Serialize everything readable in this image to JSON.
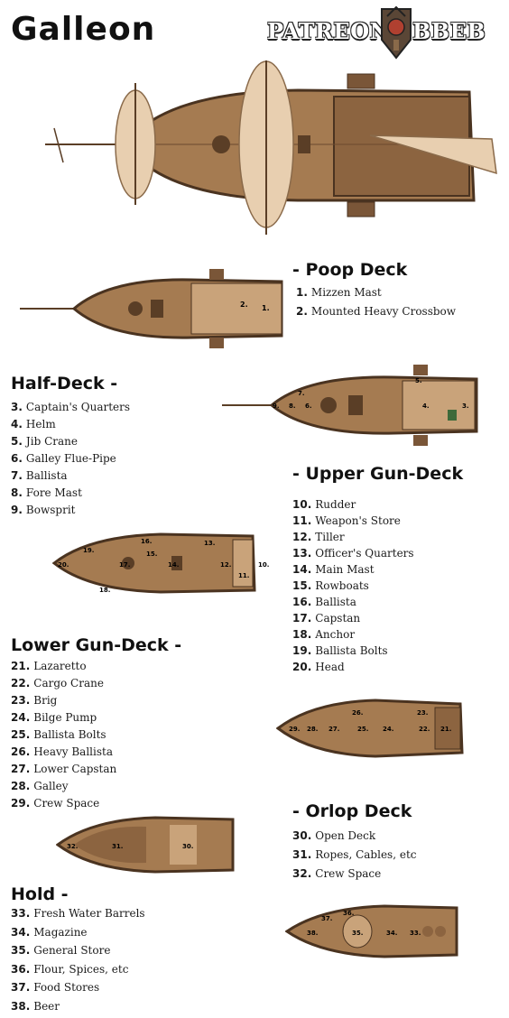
{
  "title": "Galleon",
  "brand": {
    "left": "PATREON",
    "right": "BBEB"
  },
  "sections": {
    "poop": {
      "heading": "- Poop Deck",
      "items": [
        {
          "num": "1.",
          "label": "Mizzen Mast"
        },
        {
          "num": "2.",
          "label": "Mounted Heavy Crossbow"
        }
      ]
    },
    "half": {
      "heading": "Half-Deck -",
      "items": [
        {
          "num": "3.",
          "label": "Captain's Quarters"
        },
        {
          "num": "4.",
          "label": "Helm"
        },
        {
          "num": "5.",
          "label": "Jib Crane"
        },
        {
          "num": "6.",
          "label": "Galley Flue-Pipe"
        },
        {
          "num": "7.",
          "label": "Ballista"
        },
        {
          "num": "8.",
          "label": "Fore Mast"
        },
        {
          "num": "9.",
          "label": "Bowsprit"
        }
      ]
    },
    "upper": {
      "heading": "- Upper Gun-Deck",
      "items": [
        {
          "num": "10.",
          "label": "Rudder"
        },
        {
          "num": "11.",
          "label": "Weapon's Store"
        },
        {
          "num": "12.",
          "label": "Tiller"
        },
        {
          "num": "13.",
          "label": "Officer's Quarters"
        },
        {
          "num": "14.",
          "label": "Main Mast"
        },
        {
          "num": "15.",
          "label": "Rowboats"
        },
        {
          "num": "16.",
          "label": "Ballista"
        },
        {
          "num": "17.",
          "label": "Capstan"
        },
        {
          "num": "18.",
          "label": "Anchor"
        },
        {
          "num": "19.",
          "label": "Ballista Bolts"
        },
        {
          "num": "20.",
          "label": "Head"
        }
      ]
    },
    "lower": {
      "heading": "Lower Gun-Deck -",
      "items": [
        {
          "num": "21.",
          "label": "Lazaretto"
        },
        {
          "num": "22.",
          "label": "Cargo Crane"
        },
        {
          "num": "23.",
          "label": "Brig"
        },
        {
          "num": "24.",
          "label": "Bilge Pump"
        },
        {
          "num": "25.",
          "label": "Ballista Bolts"
        },
        {
          "num": "26.",
          "label": "Heavy Ballista"
        },
        {
          "num": "27.",
          "label": "Lower Capstan"
        },
        {
          "num": "28.",
          "label": "Galley"
        },
        {
          "num": "29.",
          "label": "Crew Space"
        }
      ]
    },
    "orlop": {
      "heading": "- Orlop Deck",
      "items": [
        {
          "num": "30.",
          "label": "Open Deck"
        },
        {
          "num": "31.",
          "label": "Ropes, Cables, etc"
        },
        {
          "num": "32.",
          "label": "Crew Space"
        }
      ]
    },
    "hold": {
      "heading": "Hold -",
      "items": [
        {
          "num": "33.",
          "label": "Fresh Water Barrels"
        },
        {
          "num": "34.",
          "label": "Magazine"
        },
        {
          "num": "35.",
          "label": "General Store"
        },
        {
          "num": "36.",
          "label": "Flour, Spices, etc"
        },
        {
          "num": "37.",
          "label": "Food Stores"
        },
        {
          "num": "38.",
          "label": "Beer"
        }
      ]
    }
  },
  "map_labels": {
    "poop": [
      "2.",
      "1."
    ],
    "half": [
      "7.",
      "9.",
      "8.",
      "6.",
      "5.",
      "4.",
      "3."
    ],
    "upper": [
      "19.",
      "20.",
      "17.",
      "16.",
      "15.",
      "14.",
      "13.",
      "12.",
      "11.",
      "10.",
      "18."
    ],
    "lower": [
      "29.",
      "28.",
      "27.",
      "26.",
      "25.",
      "24.",
      "23.",
      "22.",
      "21."
    ],
    "orlop": [
      "32.",
      "31.",
      "30."
    ],
    "hold": [
      "37.",
      "36.",
      "38.",
      "35.",
      "34.",
      "33."
    ]
  },
  "colors": {
    "wood_dark": "#6b4a2e",
    "wood": "#a57b51",
    "wood_light": "#c9a37a",
    "sail": "#e8cfb0"
  }
}
